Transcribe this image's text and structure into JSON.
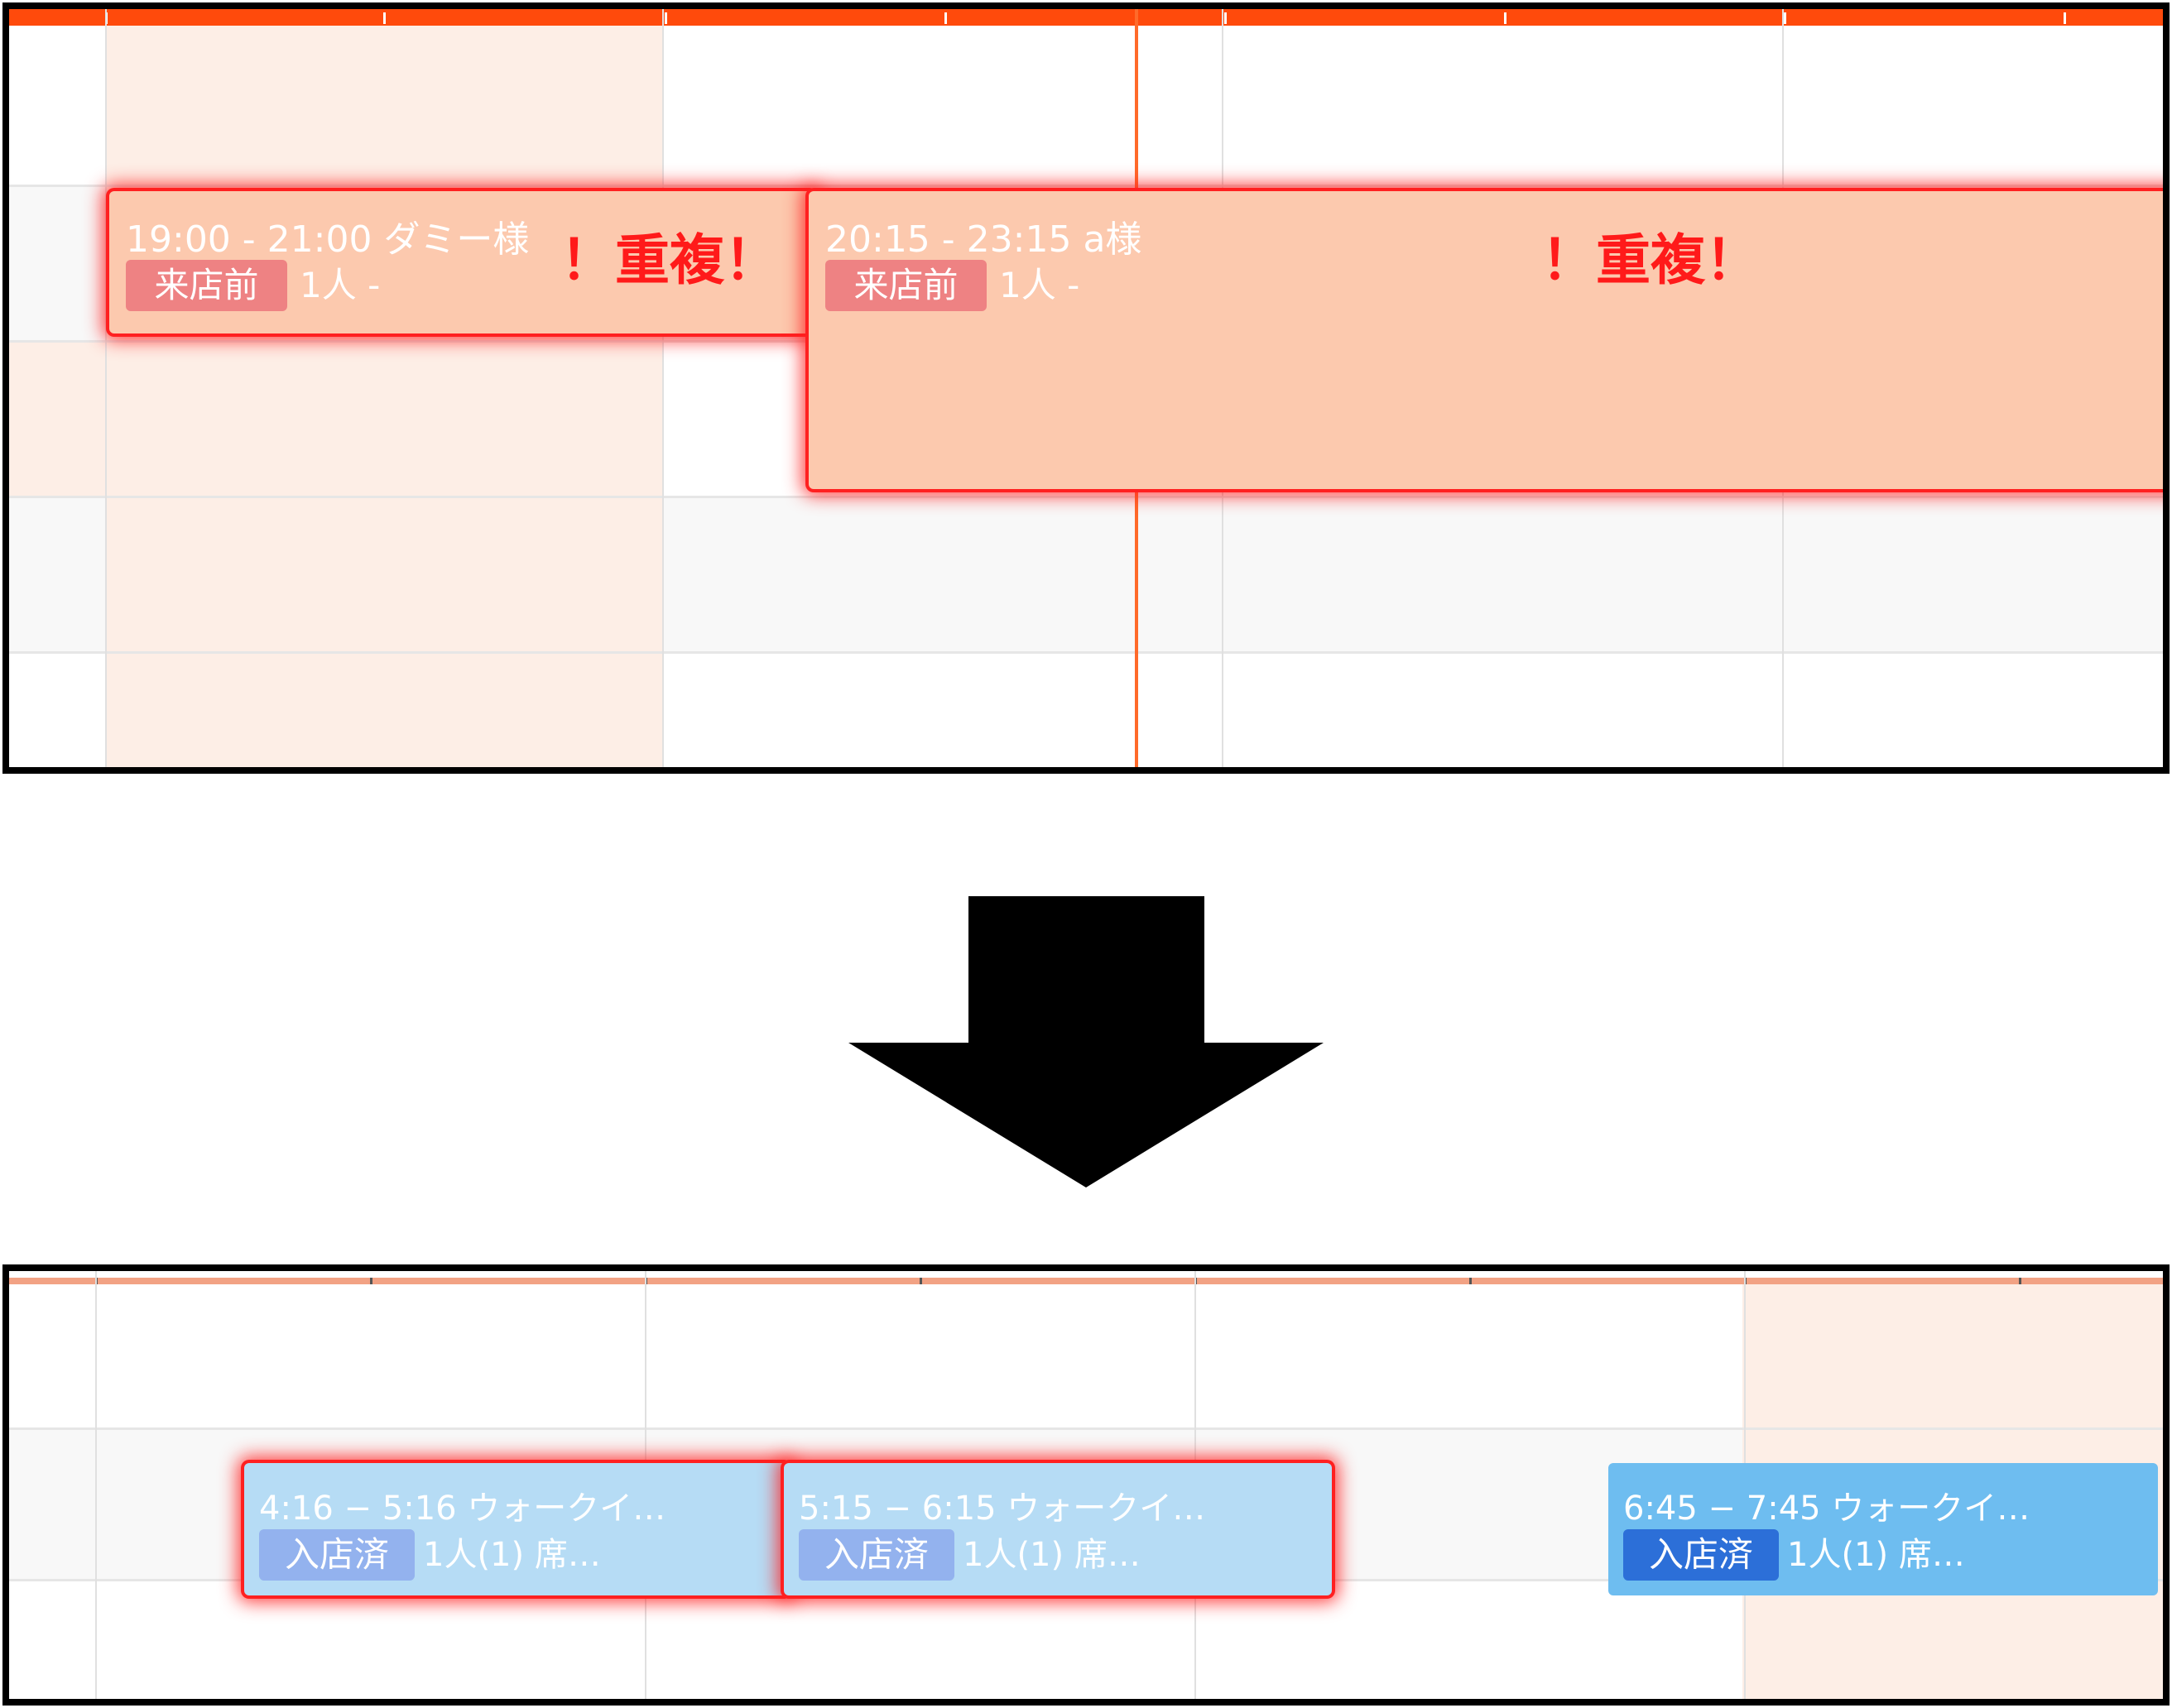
{
  "top_calendar": {
    "events": [
      {
        "time_label": "19:00 - 21:00 ダミー様",
        "status_badge": "来店前",
        "guests": "1人 -",
        "warning": "！重複！"
      },
      {
        "time_label": "20:15 - 23:15 a様",
        "status_badge": "来店前",
        "guests": "1人 -",
        "warning": "！重複！"
      }
    ]
  },
  "bottom_calendar": {
    "events": [
      {
        "time_label": "4:16 − 5:16 ウォークイ…",
        "status_badge": "入店済",
        "guests": "1人(1) 席…",
        "conflict": true
      },
      {
        "time_label": "5:15 − 6:15 ウォークイ…",
        "status_badge": "入店済",
        "guests": "1人(1) 席…",
        "conflict": true
      },
      {
        "time_label": "6:45 − 7:45 ウォークイ…",
        "status_badge": "入店済",
        "guests": "1人(1) 席…",
        "conflict": false
      }
    ]
  },
  "colors": {
    "conflict_glow": "#ff2020",
    "top_accent": "#ff4a0c",
    "bottom_accent": "#f2a284",
    "event_pending": "#fcc9ae",
    "badge_pending": "#ee8283",
    "event_seated_faded": "#b6dcf5",
    "badge_seated_faded": "#93b2ee",
    "event_seated": "#6ebdf0",
    "badge_seated": "#2c6fd8",
    "warning_text": "#ff1a1a"
  },
  "icons": [
    "down-arrow-icon"
  ]
}
